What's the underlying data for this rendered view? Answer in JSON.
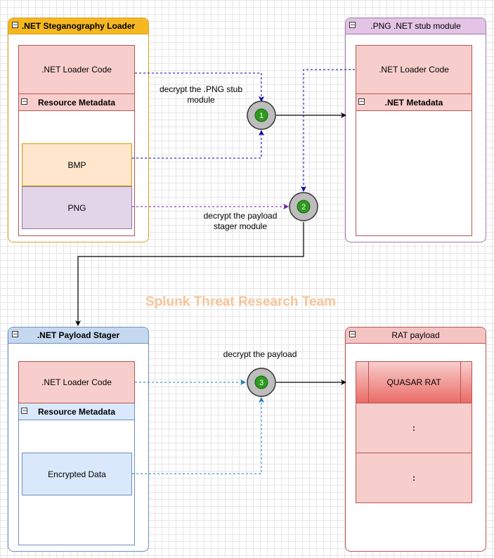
{
  "containers": {
    "stego_loader": {
      "title": ".NET Steganography Loader",
      "loader_code": ".NET Loader Code",
      "metadata_title": "Resource Metadata",
      "bmp": "BMP",
      "png": "PNG"
    },
    "png_stub": {
      "title": ".PNG .NET stub module",
      "loader_code": ".NET Loader Code",
      "metadata_title": ".NET Metadata"
    },
    "payload_stager": {
      "title": ".NET Payload Stager",
      "loader_code": ".NET Loader Code",
      "metadata_title": "Resource Metadata",
      "encrypted": "Encrypted Data"
    },
    "rat_payload": {
      "title": "RAT payload",
      "quasar": "QUASAR RAT",
      "row2": ":",
      "row3": ":"
    }
  },
  "steps": [
    {
      "number": "1",
      "label_line1": "decrypt the .PNG stub",
      "label_line2": "module"
    },
    {
      "number": "2",
      "label_line1": "decrypt the payload",
      "label_line2": "stager module"
    },
    {
      "number": "3",
      "label_line1": "decrypt the payload",
      "label_line2": ""
    }
  ],
  "collapse_glyph": "−",
  "watermark": "Splunk Threat Research Team",
  "colors": {
    "yellow_border": "#d6a21e",
    "yellow_header": "#f5b820",
    "purple_border": "#a07aa8",
    "purple_header": "#e3c3e6",
    "blue_border": "#6c8ebf",
    "blue_header": "#c5d8ef",
    "red_border": "#b85450",
    "red_header": "#f4c4c3",
    "pink_fill": "#f8cecc",
    "bmp_fill": "#ffe6cc",
    "png_fill": "#e1d5e7",
    "enc_fill": "#dae8fc",
    "step_green": "#2d9b1e",
    "arrow_blue": "#0000b3",
    "arrow_teal": "#1e7bb3",
    "arrow_purple": "#6a1ba8",
    "watermark": "#f7c59a"
  }
}
